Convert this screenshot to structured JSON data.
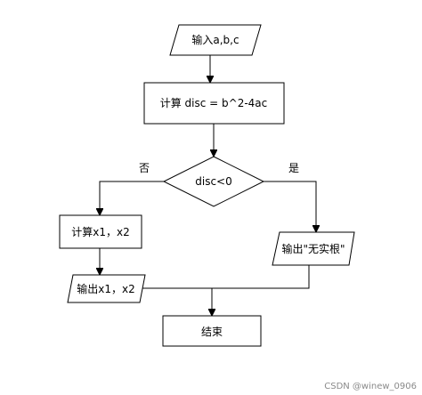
{
  "diagram": {
    "nodes": {
      "input": "输入a,b,c",
      "compute_disc": "计算 disc = b^2-4ac",
      "decision": "disc<0",
      "compute_roots": "计算x1，x2",
      "output_no_root": "输出\"无实根\"",
      "output_roots": "输出x1，x2",
      "end": "结束"
    },
    "edges": {
      "no_label": "否",
      "yes_label": "是"
    }
  },
  "watermark": "CSDN @winew_0906"
}
